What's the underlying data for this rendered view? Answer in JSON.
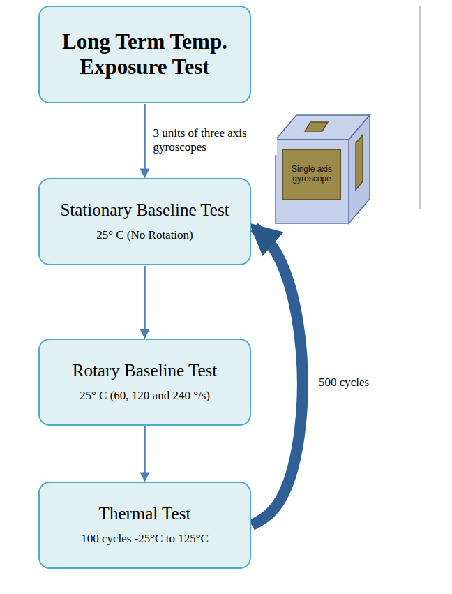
{
  "diagram": {
    "nodes": [
      {
        "text": [
          "Long Term Temp. Exposure Test"
        ]
      },
      {
        "text": [
          "Stationary Baseline Test",
          "25° C (No Rotation)"
        ]
      },
      {
        "text": [
          "Rotary Baseline Test",
          "25° C (60, 120 and 240 °/s)"
        ]
      },
      {
        "text": [
          "Thermal Test",
          "100 cycles -25°C to 125°C"
        ]
      },
      {
        "text": [
          "Single axis gyroscope"
        ]
      }
    ],
    "edges": [
      {
        "from": 0,
        "to": 1,
        "arrow": "to",
        "label": "3 units of three axis gyroscopes"
      },
      {
        "from": 1,
        "to": 2,
        "arrow": "to"
      },
      {
        "from": 2,
        "to": 3,
        "arrow": "to"
      },
      {
        "from": 3,
        "to": 1,
        "arrow": "to",
        "label": "500 cycles"
      }
    ]
  }
}
